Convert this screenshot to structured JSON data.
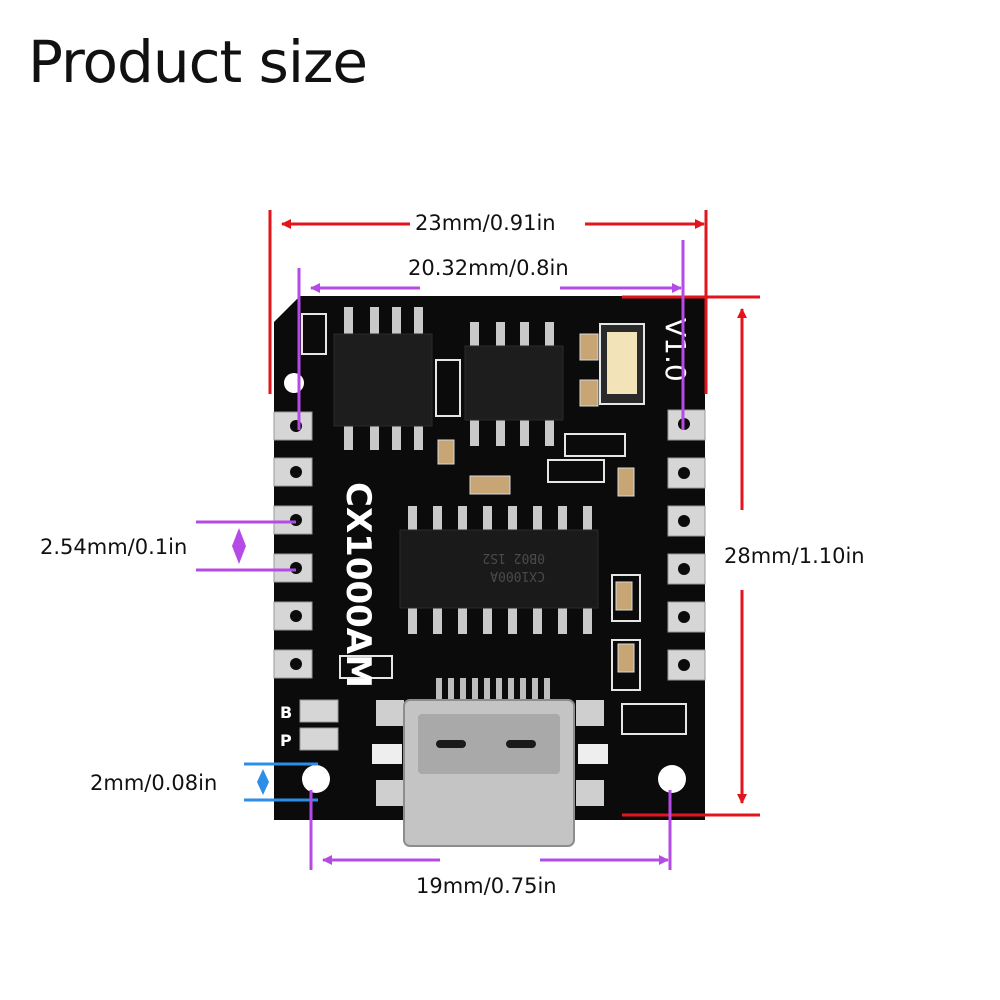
{
  "title": "Product size",
  "colors": {
    "dimension_red": "#e3141b",
    "dimension_purple": "#b54be6",
    "dimension_blue": "#2d8ee8",
    "pcb": "#0b0b0b"
  },
  "dimensions": {
    "board_width": "23mm/0.91in",
    "pin_row_spacing": "20.32mm/0.8in",
    "board_height": "28mm/1.10in",
    "pin_pitch": "2.54mm/0.1in",
    "hole_diameter": "2mm/0.08in",
    "hole_spacing": "19mm/0.75in"
  },
  "board": {
    "chip_marking": "CX1000AM",
    "version": "V1.0",
    "pad_labels": [
      "B",
      "P"
    ],
    "main_ic_text": [
      "CX1000A",
      "0B02 1S2"
    ]
  }
}
